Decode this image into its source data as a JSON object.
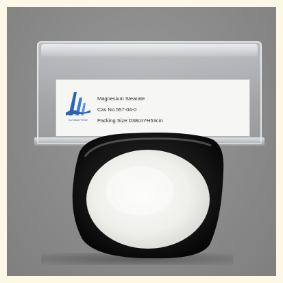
{
  "product_label": {
    "product_name": "Magnesium Stearate",
    "cas_number": "Cas No.557-04-0",
    "packing_size": "Packing Size:D38cm*H53cm",
    "logo_text": "SUNWAYRISE"
  },
  "colors": {
    "background": "#8d8d8d",
    "frame": "#fdf8e6",
    "bowl": "#141414",
    "powder": "#f3f3f1",
    "logo_blue": "#2a63b4"
  },
  "icons": {
    "logo": "company-logo-icon"
  }
}
